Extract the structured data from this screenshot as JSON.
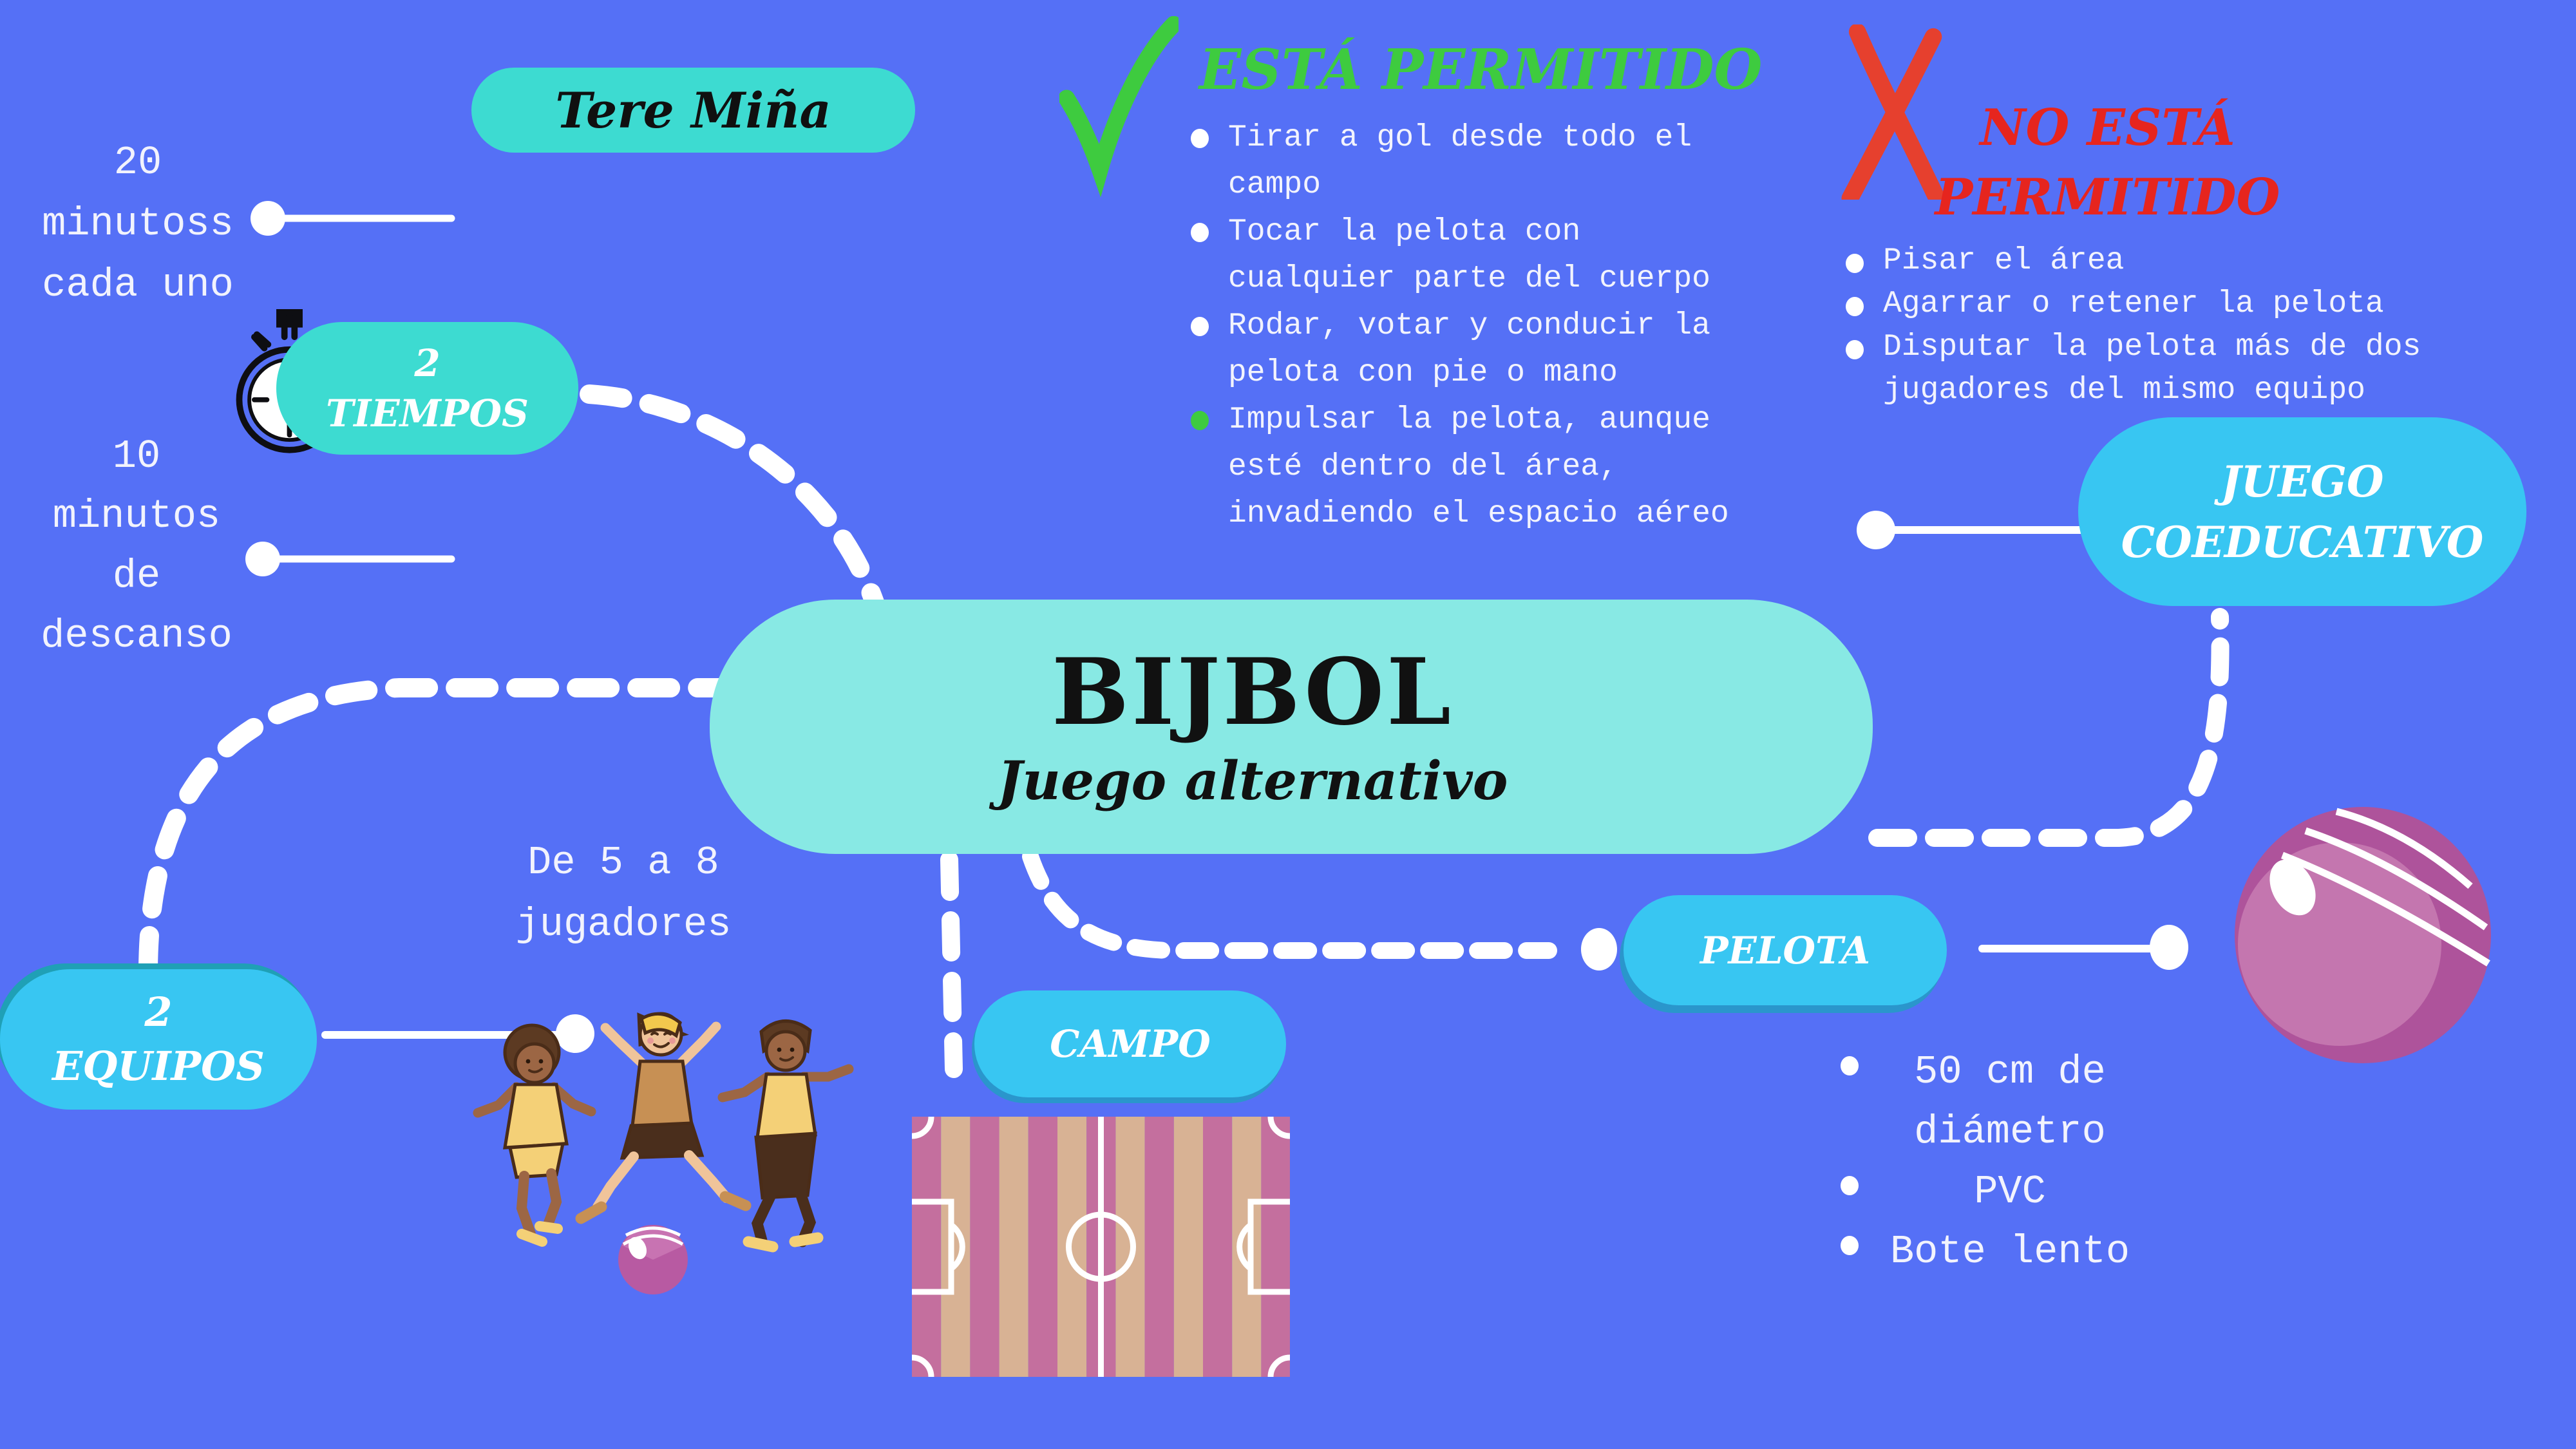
{
  "author_label": "Tere Miña",
  "center": {
    "title": "BIJBOL",
    "subtitle": "Juego alternativo"
  },
  "tiempos": {
    "lines": [
      "2",
      "TIEMPOS"
    ],
    "note_top": "20 minutoss cada uno",
    "note_bottom": "10 minutos de descanso"
  },
  "equipos": {
    "lines": [
      "2",
      "EQUIPOS"
    ],
    "note": "De 5 a 8 jugadores"
  },
  "campo": {
    "label": "CAMPO"
  },
  "pelota": {
    "label": "PELOTA",
    "items": [
      "50 cm de diámetro",
      "PVC",
      "Bote lento"
    ]
  },
  "coeducativo": {
    "lines": [
      "JUEGO",
      "COEDUCATIVO"
    ]
  },
  "permitido": {
    "title": "ESTÁ PERMITIDO",
    "items": [
      "Tirar a gol desde todo el campo",
      "Tocar la pelota con cualquier parte del cuerpo",
      "Rodar, votar y conducir la pelota con pie o mano",
      "Impulsar la pelota, aunque esté dentro del área, invadiendo el espacio aéreo"
    ]
  },
  "no_permitido": {
    "title": "NO ESTÁ PERMITIDO",
    "items": [
      "Pisar el área",
      "Agarrar o retener la pelota",
      "Disputar la pelota más de dos jugadores del mismo equipo"
    ]
  },
  "icons": [
    "stopwatch-icon",
    "check-icon",
    "x-icon",
    "kids-illustration",
    "field-illustration",
    "ball-illustration"
  ],
  "colors": {
    "background": "#5570F6",
    "pill_turquoise": "#3DDBD1",
    "pill_sky_blue": "#38C6F2",
    "bubble_aqua": "#88E9E4",
    "permitted_green": "#3ECB3F",
    "not_permitted_red": "#E6251E",
    "field_pink": "#C46F9E",
    "field_tan": "#D8B294",
    "ball_magenta": "#AE539B",
    "text_white": "#F2F3FD"
  }
}
